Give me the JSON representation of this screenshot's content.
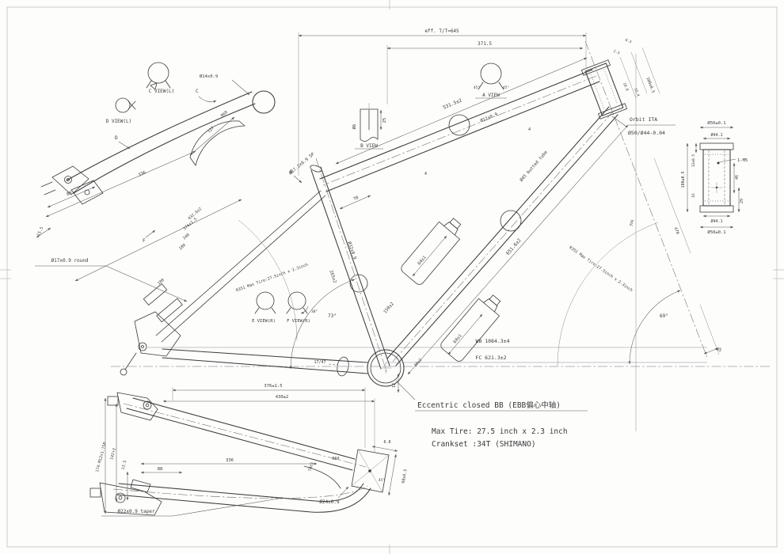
{
  "colors": {
    "background": "#fdfdfc",
    "line": "#3b3b3b",
    "dim_line": "#5a5a5a"
  },
  "labels": {
    "eff_tt": "eff. T/T=645",
    "d371": "371.5",
    "d531": "531.5±2",
    "d651": "651.6±2",
    "d70": "70",
    "dia12": "Ø12x0.9",
    "dia45": "Ø45 butted tube",
    "dia32": "Ø32x0.9",
    "d265": "265±2",
    "d150": "150±2",
    "d64a": "64±1",
    "d64b": "64±1",
    "sp": "Ø17.2x0.9 SP",
    "bdir": "B",
    "weld4a": "4",
    "weld4b": "4",
    "a73": "73°",
    "a69": "69°",
    "r351L": "R351 Max Tire:27.5inch x 2.3inch",
    "r351R": "R351 Max Tire:27.5inch x 2.3inch",
    "wb": "WB 1084.3±4",
    "fc": "FC 621.3±2",
    "d17_47": "17/47",
    "d12": "12",
    "d90": "90±2",
    "d45off": "45",
    "d470": "470",
    "d556": "556",
    "ht83": "8.3",
    "ht23": "2.3",
    "ht100": "100±0.5",
    "ht108": "10.8",
    "ht154": "15.4",
    "orbit1": "Orbit ITA",
    "orbit2": "Ø50/Ø44-0.04",
    "det50t": "Ø50±0.1",
    "det44t": "Ø44.1",
    "det44b": "Ø44.1",
    "det50b": "Ø50±0.1",
    "det12": "12±0.5",
    "det100": "100±0.5",
    "det16": "16",
    "det46": "46",
    "det29": "29",
    "det1m5": "1-M5",
    "aview": "A VIEW",
    "a45l": "45°",
    "a45r": "45°",
    "bview": "B VIEW",
    "b6": "Ø6",
    "b25": "25",
    "cview": "C VIEW(L)",
    "dview": "D VIEW(L)",
    "eview": "E VIEW(R)",
    "fview": "F VIEW(R)",
    "f30": "30°",
    "cdir": "C",
    "ddir": "D",
    "fdir": "F",
    "dia14": "Ø14x0.9",
    "r60t": "R60",
    "d127": "127",
    "d88t": "88",
    "d336t": "336",
    "d155": "15.5",
    "d432": "432.6±2",
    "d376t": "376±1.5",
    "d340": "340",
    "d180": "180",
    "d100": "100",
    "dia17": "Ø17x0.9 round",
    "bl376": "376±1.5",
    "bl430": "430±2",
    "bl336": "336",
    "bl88": "88",
    "bl135": "13.5",
    "bl142": "142+3",
    "bl174": "174-M12x1.75P",
    "bltaper": "Ø22x0.9 taper",
    "bl24": "Ø24x0.9",
    "blr60": "R60",
    "bl78": "78±1",
    "bl68": "6.8",
    "bl685": "68±0.5",
    "bl45": "45°"
  },
  "notes": {
    "ebb": "Eccentric closed BB (EBB偏心中轴)",
    "tire": "Max Tire: 27.5 inch x 2.3 inch",
    "crank": "Crankset :34T (SHIMANO)"
  }
}
